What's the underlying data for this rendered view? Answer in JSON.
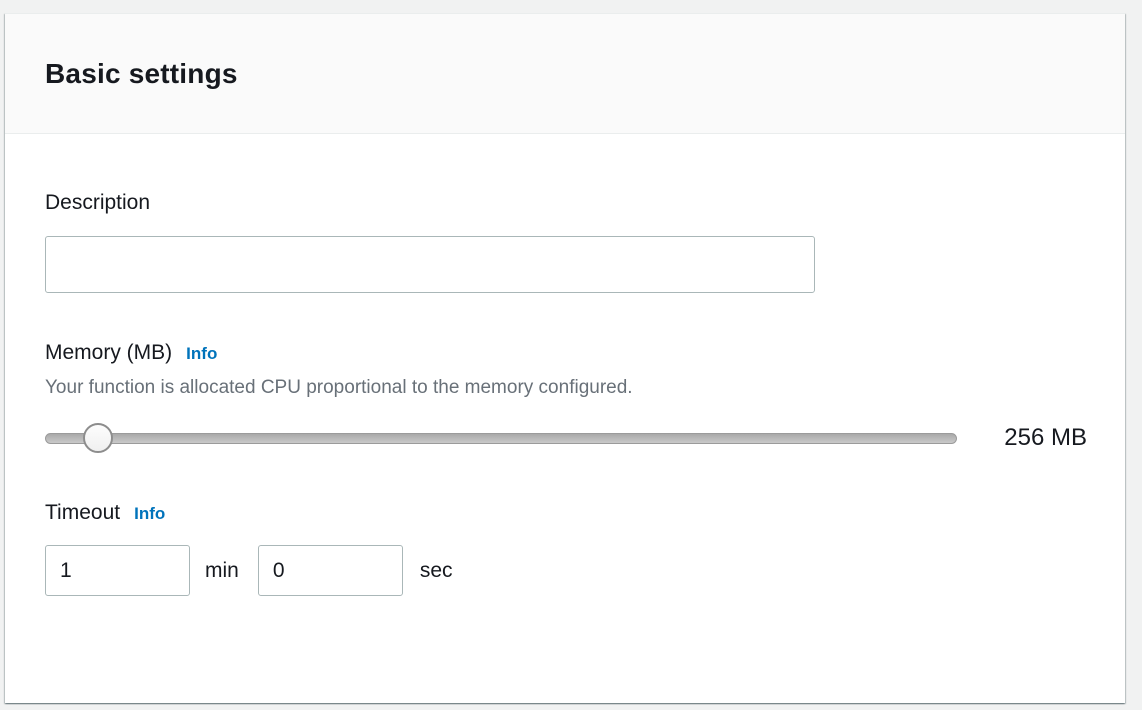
{
  "panel": {
    "title": "Basic settings"
  },
  "description": {
    "label": "Description",
    "value": ""
  },
  "memory": {
    "label": "Memory (MB)",
    "info_label": "Info",
    "helper": "Your function is allocated CPU proportional to the memory configured.",
    "value_display": "256 MB",
    "slider_position_percent": 6
  },
  "timeout": {
    "label": "Timeout",
    "info_label": "Info",
    "min_value": "1",
    "min_unit": "min",
    "sec_value": "0",
    "sec_unit": "sec"
  },
  "colors": {
    "info_link": "#0073bb",
    "text_primary": "#16191f",
    "text_secondary": "#687078",
    "input_border": "#aab7b8",
    "header_background": "#fafafa",
    "page_background": "#f1f2f2"
  }
}
